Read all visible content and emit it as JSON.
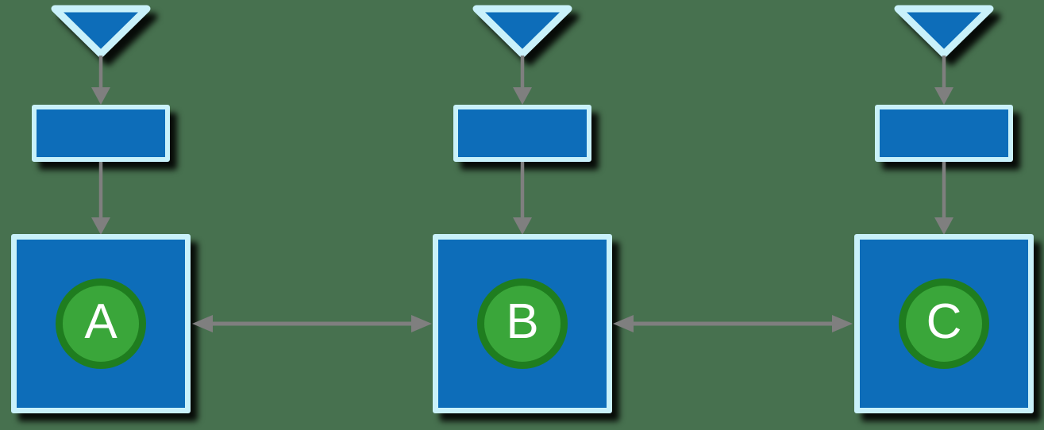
{
  "nodes": [
    {
      "id": "node-a",
      "label": "A"
    },
    {
      "id": "node-b",
      "label": "B"
    },
    {
      "id": "node-c",
      "label": "C"
    }
  ],
  "columns": [
    {
      "node": "A",
      "elements": [
        "source-triangle",
        "buffer-rectangle",
        "node-square"
      ]
    },
    {
      "node": "B",
      "elements": [
        "source-triangle",
        "buffer-rectangle",
        "node-square"
      ]
    },
    {
      "node": "C",
      "elements": [
        "source-triangle",
        "buffer-rectangle",
        "node-square"
      ]
    }
  ],
  "connections": [
    {
      "from": "source-a",
      "to": "buffer-a",
      "direction": "down"
    },
    {
      "from": "buffer-a",
      "to": "node-a",
      "direction": "down"
    },
    {
      "from": "source-b",
      "to": "buffer-b",
      "direction": "down"
    },
    {
      "from": "buffer-b",
      "to": "node-b",
      "direction": "down"
    },
    {
      "from": "source-c",
      "to": "buffer-c",
      "direction": "down"
    },
    {
      "from": "buffer-c",
      "to": "node-c",
      "direction": "down"
    },
    {
      "from": "node-a",
      "to": "node-b",
      "direction": "bidirectional"
    },
    {
      "from": "node-b",
      "to": "node-c",
      "direction": "bidirectional"
    }
  ],
  "colors": {
    "background": "#47714f",
    "shape-fill": "#0d6db9",
    "shape-border": "#c9f1fa",
    "arrow": "#7f7f7f",
    "circle-ring": "#1f7d1f",
    "circle-fill": "#3aa63a",
    "label": "#ffffff",
    "shadow": "#000000"
  }
}
